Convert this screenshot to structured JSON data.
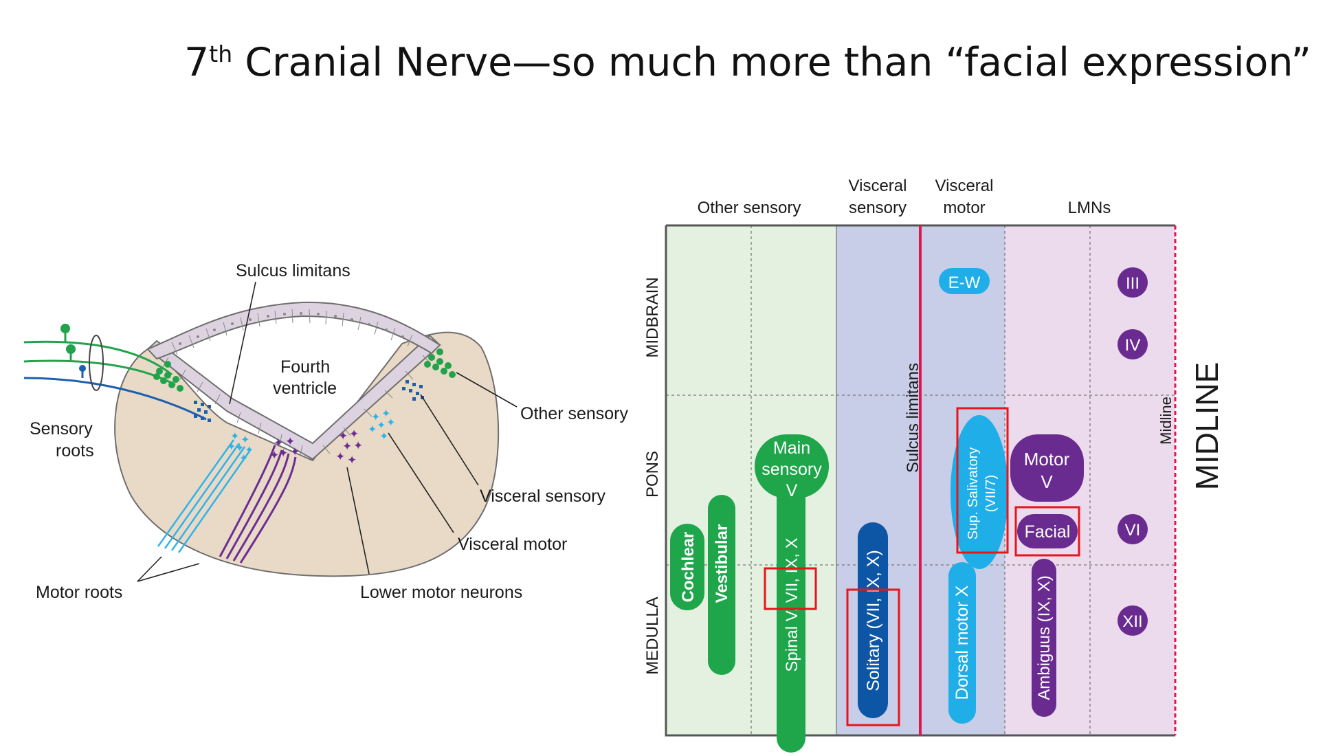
{
  "title": {
    "prefix": "7",
    "superscript": "th",
    "rest": " Cranial Nerve—so much more than “facial expression”"
  },
  "left_diagram": {
    "labels": {
      "sulcus_limitans": "Sulcus limitans",
      "fourth_ventricle_1": "Fourth",
      "fourth_ventricle_2": "ventricle",
      "sensory_roots_1": "Sensory",
      "sensory_roots_2": "roots",
      "other_sensory": "Other sensory",
      "visceral_sensory": "Visceral sensory",
      "visceral_motor": "Visceral motor",
      "motor_roots": "Motor roots",
      "lower_motor_neurons": "Lower motor neurons"
    },
    "colors": {
      "tissue": "#e8dac6",
      "ependyma": "#ddd3e0",
      "other_sensory": "#22a24a",
      "visceral_sensory": "#1d5fae",
      "visceral_motor": "#30b2e8",
      "lower_motor": "#6b2d93"
    }
  },
  "right_diagram": {
    "column_headers": {
      "other_sensory": "Other sensory",
      "visceral_sensory_1": "Visceral",
      "visceral_sensory_2": "sensory",
      "visceral_motor_1": "Visceral",
      "visceral_motor_2": "motor",
      "lmns": "LMNs"
    },
    "row_labels": {
      "midbrain": "MIDBRAIN",
      "pons": "PONS",
      "medulla": "MEDULLA"
    },
    "vertical_labels": {
      "sulcus": "Sulcus limitans",
      "midline_small": "Midline",
      "midline_big": "MIDLINE"
    },
    "nuclei": {
      "ew": "E-W",
      "iii": "III",
      "iv": "IV",
      "vi": "VI",
      "xii": "XII",
      "cochlear": "Cochlear",
      "vestibular": "Vestibular",
      "main_sensory_1": "Main",
      "main_sensory_2": "sensory",
      "main_sensory_3": "V",
      "spinal_v": "Spinal V, VII, IX, X",
      "solitary": "Solitary (VII, IX, X)",
      "sup_salivatory_1": "Sup. Salivatory",
      "sup_salivatory_2": "(VII/7)",
      "dorsal_motor": "Dorsal motor X",
      "motor_v_1": "Motor",
      "motor_v_2": "V",
      "facial": "Facial",
      "ambiguus": "Ambiguus (IX, X)"
    },
    "colors": {
      "other_sensory_bg": "#e4f1e1",
      "visceral_bg": "#c8cde8",
      "lmn_bg": "#ecdaed",
      "green": "#1fa64b",
      "blue_dark": "#0d56a6",
      "blue_light": "#20aee9",
      "purple": "#6a2b90",
      "sulcus_line": "#e0174e",
      "highlight": "#e8141b"
    }
  }
}
